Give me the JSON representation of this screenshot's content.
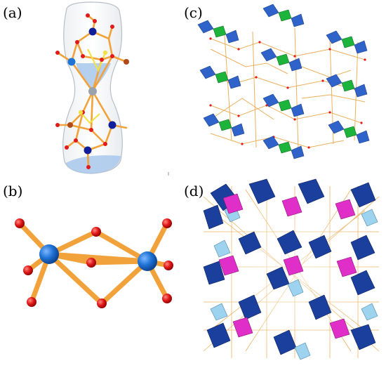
{
  "panels": [
    {
      "id": "a",
      "label": "(a)"
    },
    {
      "id": "b",
      "label": "(b)"
    },
    {
      "id": "c",
      "label": "(c)"
    },
    {
      "id": "d",
      "label": "(d)"
    }
  ],
  "colors": {
    "bond": "#f2a23a",
    "oxygen": "#e21a1a",
    "metal_blue": "#1f73d6",
    "metal_navy": "#101e9c",
    "metal_brown": "#b14a17",
    "metal_gray": "#9aa3ad",
    "yellow": "#f2e24a",
    "polyhedron_blue": "#2f63c9",
    "polyhedron_green": "#1db43c",
    "polyhedron_magenta": "#e02fc8",
    "polyhedron_light": "#9ed3ef",
    "capsule_fill": "#a8c7ec"
  }
}
